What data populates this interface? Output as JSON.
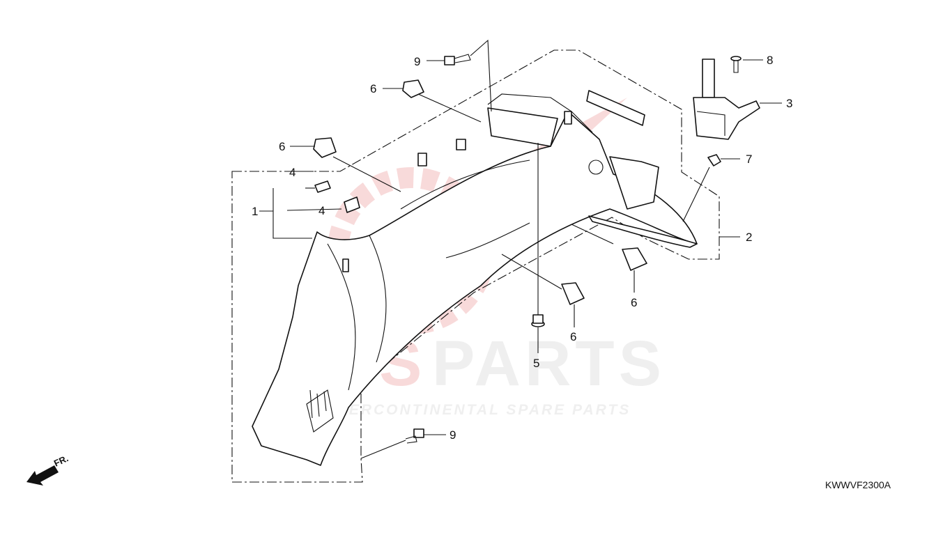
{
  "diagram": {
    "callouts": [
      {
        "id": "c1",
        "label": "1"
      },
      {
        "id": "c2",
        "label": "2"
      },
      {
        "id": "c3",
        "label": "3"
      },
      {
        "id": "c4a",
        "label": "4"
      },
      {
        "id": "c4b",
        "label": "4"
      },
      {
        "id": "c5",
        "label": "5"
      },
      {
        "id": "c6a",
        "label": "6"
      },
      {
        "id": "c6b",
        "label": "6"
      },
      {
        "id": "c6c",
        "label": "6"
      },
      {
        "id": "c6d",
        "label": "6"
      },
      {
        "id": "c7",
        "label": "7"
      },
      {
        "id": "c8",
        "label": "8"
      },
      {
        "id": "c9a",
        "label": "9"
      },
      {
        "id": "c9b",
        "label": "9"
      }
    ],
    "direction_label": "FR.",
    "reference_code": "KWWVF2300A"
  },
  "watermark": {
    "brand": "ICSPARTS",
    "brand_left": "ICS",
    "brand_right": "PARTS",
    "tagline": "INTERCONTINENTAL SPARE PARTS",
    "brand_color": "#e05a5a",
    "gray_color": "#c9c9c9"
  }
}
